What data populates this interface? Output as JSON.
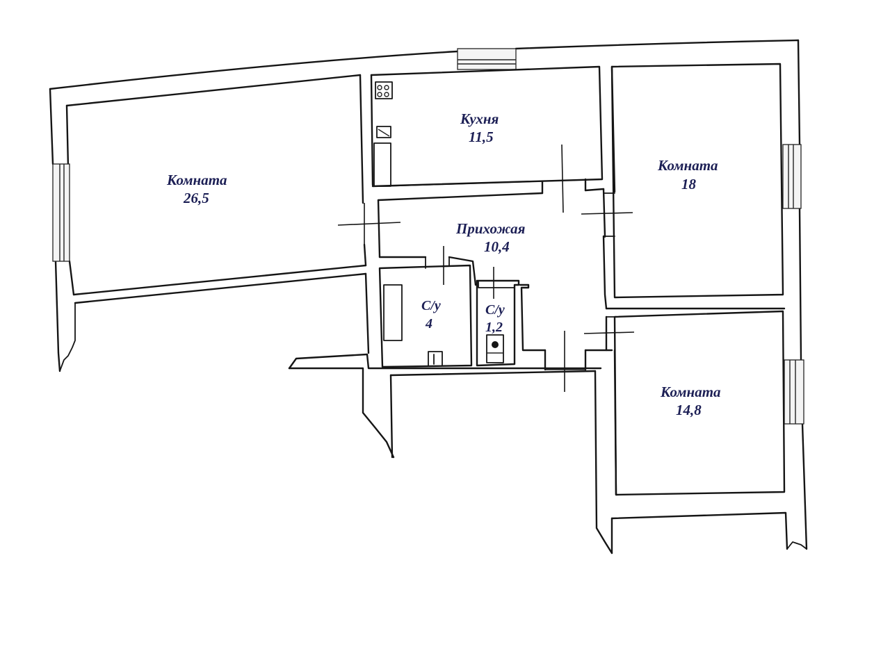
{
  "plan": {
    "rooms": [
      {
        "id": "room-1",
        "name": "Комната",
        "area": "26,5"
      },
      {
        "id": "kitchen",
        "name": "Кухня",
        "area": "11,5"
      },
      {
        "id": "room-2",
        "name": "Комната",
        "area": "18"
      },
      {
        "id": "hallway",
        "name": "Прихожая",
        "area": "10,4"
      },
      {
        "id": "bath-1",
        "name": "С/у",
        "area": "4"
      },
      {
        "id": "bath-2",
        "name": "С/у",
        "area": "1,2"
      },
      {
        "id": "room-3",
        "name": "Комната",
        "area": "14,8"
      }
    ],
    "colors": {
      "wall": "#151515",
      "label": "#1c1f55",
      "background": "#ffffff"
    }
  }
}
